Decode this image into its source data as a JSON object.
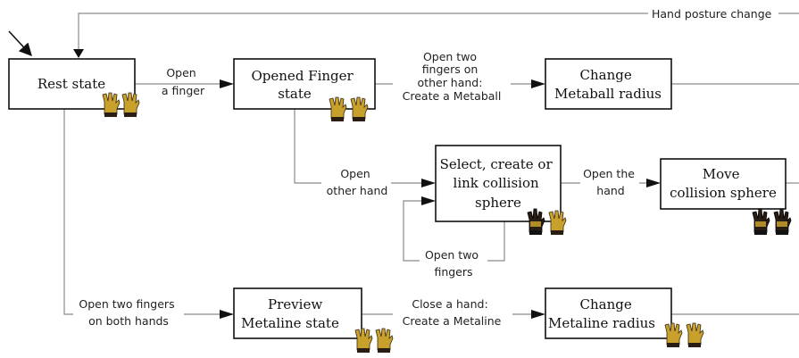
{
  "nodes": {
    "rest": [
      "Rest state"
    ],
    "opened_finger": [
      "Opened Finger",
      "state"
    ],
    "change_metaball": [
      "Change",
      "Metaball radius"
    ],
    "select_sphere": [
      "Select, create or",
      "link collision",
      "sphere"
    ],
    "move_sphere": [
      "Move",
      "collision sphere"
    ],
    "preview_metaline": [
      "Preview",
      "Metaline state"
    ],
    "change_metaline": [
      "Change",
      "Metaline radius"
    ]
  },
  "edges": {
    "hand_posture_change": [
      "Hand posture change"
    ],
    "open_finger": [
      "Open",
      "a finger"
    ],
    "create_metaball": [
      "Open two",
      "fingers on",
      "other hand:",
      "Create a Metaball"
    ],
    "open_other_hand": [
      "Open",
      "other hand"
    ],
    "open_the_hand": [
      "Open the",
      "hand"
    ],
    "open_two_fingers": [
      "Open two",
      "fingers"
    ],
    "open_two_fingers_both": [
      "Open two fingers",
      "on both hands"
    ],
    "create_metaline": [
      "Close a hand:",
      "Create a Metaline"
    ]
  },
  "icons": {
    "glove_dark": "#2a1d14",
    "glove_gold": "#c8a02c"
  }
}
